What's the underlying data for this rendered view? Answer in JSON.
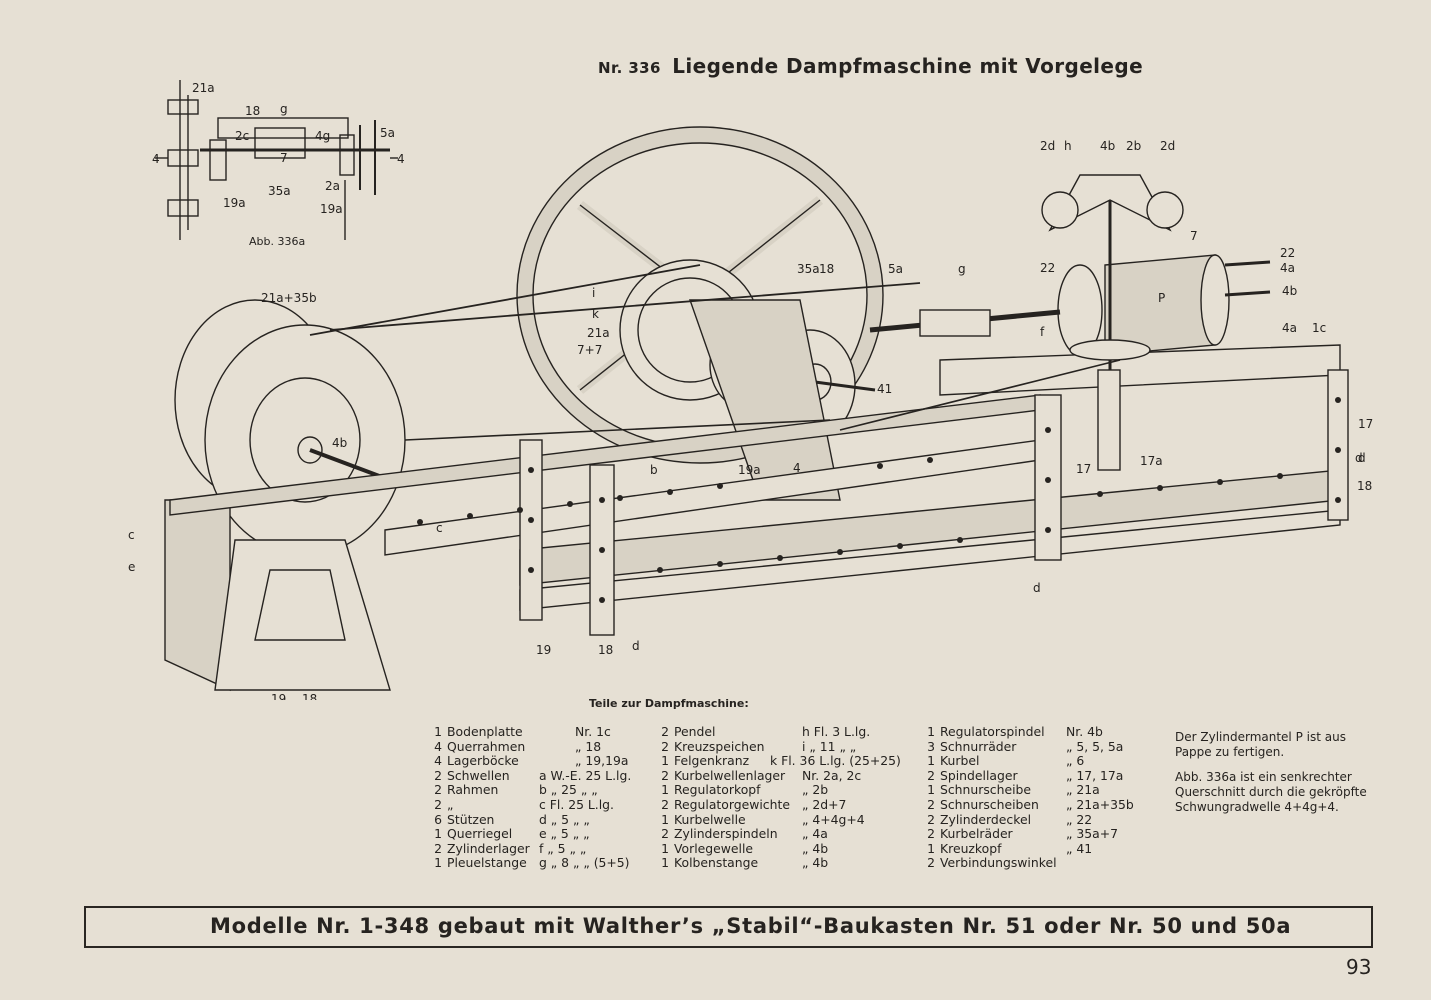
{
  "header": {
    "nr": "Nr. 336",
    "title": "Liegende Dampfmaschine mit Vorgelege"
  },
  "figure": {
    "caption": "Abb. 336a",
    "labels": [
      "21a",
      "18",
      "g",
      "2c",
      "4g",
      "5a",
      "4",
      "4",
      "7",
      "35a",
      "2a",
      "19a",
      "19a",
      "21a+35b",
      "i",
      "k",
      "21a",
      "7+7",
      "35a",
      "18",
      "5a",
      "g",
      "41",
      "4",
      "19a",
      "b",
      "c",
      "c",
      "e",
      "19",
      "18",
      "19",
      "18",
      "d",
      "d",
      "2d",
      "h",
      "4b",
      "2b",
      "2d",
      "7",
      "22",
      "22",
      "4a",
      "4b",
      "4a",
      "1c",
      "P",
      "f",
      "17",
      "d",
      "18",
      "17",
      "17a",
      "d",
      "4b"
    ]
  },
  "parts": {
    "heading": "Teile zur Dampfmaschine:",
    "columns": [
      [
        {
          "n": "1",
          "name": "Bodenplatte",
          "spec": "Nr. 1c"
        },
        {
          "n": "4",
          "name": "Querrahmen",
          "spec": "„ 18"
        },
        {
          "n": "4",
          "name": "Lagerböcke",
          "spec": "„ 19,19a"
        },
        {
          "n": "2",
          "name": "Schwellen",
          "spec": "a W.-E. 25 L.lg."
        },
        {
          "n": "2",
          "name": "Rahmen",
          "spec": "b „ 25 „ „"
        },
        {
          "n": "2",
          "name": "„",
          "spec": "c Fl. 25 L.lg."
        },
        {
          "n": "6",
          "name": "Stützen",
          "spec": "d „ 5 „ „"
        },
        {
          "n": "1",
          "name": "Querriegel",
          "spec": "e „ 5 „ „"
        },
        {
          "n": "2",
          "name": "Zylinderlager",
          "spec": "f „ 5 „ „"
        },
        {
          "n": "1",
          "name": "Pleuelstange",
          "spec": "g „ 8 „ „ (5+5)"
        }
      ],
      [
        {
          "n": "2",
          "name": "Pendel",
          "spec": "h Fl. 3 L.lg."
        },
        {
          "n": "2",
          "name": "Kreuzspeichen",
          "spec": "i „ 11 „ „"
        },
        {
          "n": "1",
          "name": "Felgenkranz",
          "spec": "k Fl. 36 L.lg. (25+25)"
        },
        {
          "n": "2",
          "name": "Kurbelwellenlager",
          "spec": "Nr. 2a, 2c"
        },
        {
          "n": "1",
          "name": "Regulatorkopf",
          "spec": "„ 2b"
        },
        {
          "n": "2",
          "name": "Regulatorgewichte",
          "spec": "„ 2d+7"
        },
        {
          "n": "1",
          "name": "Kurbelwelle",
          "spec": "„ 4+4g+4"
        },
        {
          "n": "2",
          "name": "Zylinderspindeln",
          "spec": "„ 4a"
        },
        {
          "n": "1",
          "name": "Vorlegewelle",
          "spec": "„ 4b"
        },
        {
          "n": "1",
          "name": "Kolbenstange",
          "spec": "„ 4b"
        }
      ],
      [
        {
          "n": "1",
          "name": "Regulatorspindel",
          "spec": "Nr. 4b"
        },
        {
          "n": "3",
          "name": "Schnurräder",
          "spec": "„ 5, 5, 5a"
        },
        {
          "n": "1",
          "name": "Kurbel",
          "spec": "„ 6"
        },
        {
          "n": "2",
          "name": "Spindellager",
          "spec": "„ 17, 17a"
        },
        {
          "n": "1",
          "name": "Schnurscheibe",
          "spec": "„ 21a"
        },
        {
          "n": "2",
          "name": "Schnurscheiben",
          "spec": "„ 21a+35b"
        },
        {
          "n": "2",
          "name": "Zylinderdeckel",
          "spec": "„ 22"
        },
        {
          "n": "2",
          "name": "Kurbelräder",
          "spec": "„ 35a+7"
        },
        {
          "n": "1",
          "name": "Kreuzkopf",
          "spec": "„ 41"
        },
        {
          "n": "2",
          "name": "Verbindungswinkel",
          "spec": ""
        }
      ]
    ],
    "note1": "Der Zylindermantel P ist aus Pappe zu fertigen.",
    "note2": "Abb. 336a ist ein senkrechter Querschnitt durch die gekröpfte Schwungradwelle 4+4g+4."
  },
  "footer": "Modelle Nr. 1-348 gebaut mit Walther’s „Stabil“-Baukasten Nr. 51 oder Nr. 50 und 50a",
  "page_number": "93",
  "colors": {
    "paper": "#e6e0d4",
    "ink": "#262320",
    "metal": "#d8d2c5"
  }
}
